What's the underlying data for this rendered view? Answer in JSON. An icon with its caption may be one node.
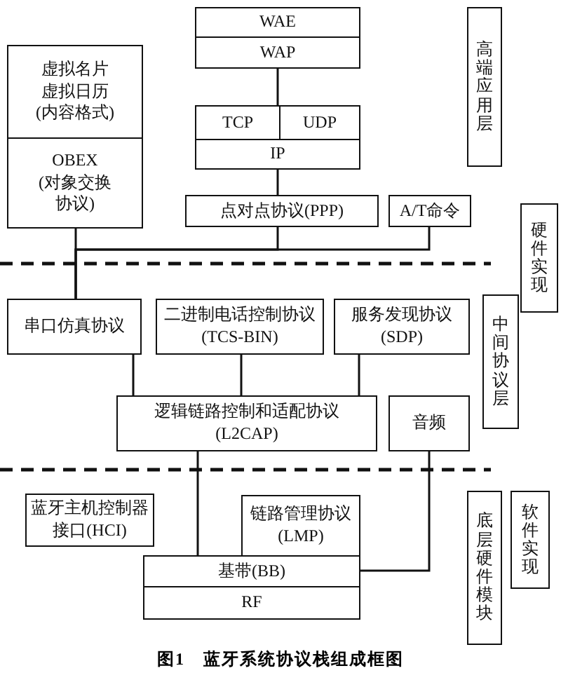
{
  "diagram": {
    "caption": "图1　蓝牙系统协议栈组成框图",
    "nodes": [
      {
        "text": [
          "WAE"
        ]
      },
      {
        "text": [
          "WAP"
        ]
      },
      {
        "text": [
          "TCP"
        ]
      },
      {
        "text": [
          "UDP"
        ]
      },
      {
        "text": [
          "IP"
        ]
      },
      {
        "text": [
          "虚拟名片虚拟日历(内容格式)"
        ]
      },
      {
        "text": [
          "OBEX",
          "(对象交换协议)"
        ]
      },
      {
        "text": [
          "点对点协议(PPP)"
        ]
      },
      {
        "text": [
          "A/T命令"
        ]
      },
      {
        "text": [
          "高端应用层"
        ]
      },
      {
        "text": [
          "硬件实现"
        ]
      },
      {
        "text": [
          "串口仿真协议"
        ]
      },
      {
        "text": [
          "二进制电话控制协议 (TCS-BIN)"
        ]
      },
      {
        "text": [
          "服务发现协议 (SDP)"
        ]
      },
      {
        "text": [
          "中间协议层"
        ]
      },
      {
        "text": [
          "逻辑链路控制和适配协议 (L2CAP)"
        ]
      },
      {
        "text": [
          "音频"
        ]
      },
      {
        "text": [
          "蓝牙主机控制器接口(HCI)"
        ]
      },
      {
        "text": [
          "链路管理协议 (LMP)"
        ]
      },
      {
        "text": [
          "基带(BB)"
        ]
      },
      {
        "text": [
          "RF"
        ]
      },
      {
        "text": [
          "底层硬件模块"
        ]
      },
      {
        "text": [
          "软件实现"
        ]
      }
    ],
    "edges": [
      {
        "from": 1,
        "to": 4,
        "arrow": "none"
      },
      {
        "from": 4,
        "to": 7,
        "arrow": "none"
      },
      {
        "from": 6,
        "to": 11,
        "arrow": "none"
      },
      {
        "from": 7,
        "to": 11,
        "arrow": "none"
      },
      {
        "from": 8,
        "to": 11,
        "arrow": "none"
      },
      {
        "from": 11,
        "to": 15,
        "arrow": "none"
      },
      {
        "from": 12,
        "to": 15,
        "arrow": "none"
      },
      {
        "from": 13,
        "to": 15,
        "arrow": "none"
      },
      {
        "from": 15,
        "to": 19,
        "arrow": "none"
      },
      {
        "from": 16,
        "to": 19,
        "arrow": "none"
      }
    ]
  }
}
